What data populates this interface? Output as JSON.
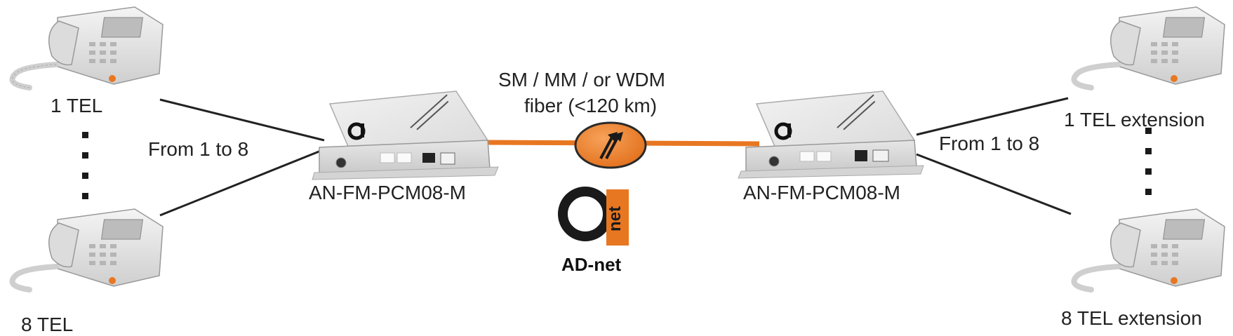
{
  "fiber_label_line1": "SM / MM / or WDM",
  "fiber_label_line2": "fiber (<120 km)",
  "left": {
    "tel_top": "1 TEL",
    "tel_bottom": "8 TEL",
    "range": "From 1 to 8",
    "device_model": "AN-FM-PCM08-M"
  },
  "right": {
    "tel_top": "1 TEL extension",
    "tel_bottom": "8 TEL extension",
    "range": "From 1 to 8",
    "device_model": "AN-FM-PCM08-M"
  },
  "brand": {
    "name": "AD-net",
    "logo_word": "net",
    "logo_color": "#1a1a1a",
    "accent_color": "#e87722"
  },
  "colors": {
    "fiber": "#e87722",
    "line": "#222222",
    "device_body": "#e9e9e9"
  }
}
